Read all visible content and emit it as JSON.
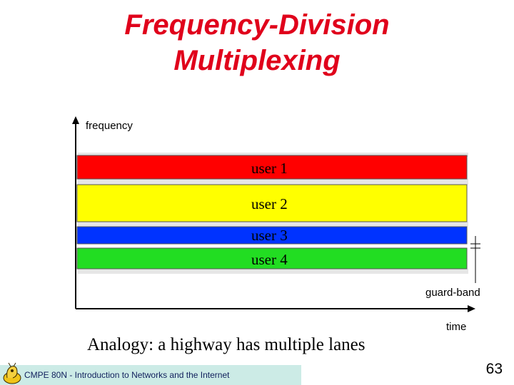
{
  "slide": {
    "title_line1": "Frequency-Division",
    "title_line2": "Multiplexing",
    "analogy": "Analogy: a highway has multiple lanes",
    "footer": "CMPE 80N - Introduction to Networks and the Internet",
    "page_number": "63"
  },
  "diagram": {
    "y_axis_label": "frequency",
    "x_axis_label": "time",
    "guard_band_label": "guard-band",
    "bands": [
      {
        "label": "user 1",
        "color": "#ff0000"
      },
      {
        "label": "user 2",
        "color": "#ffff00"
      },
      {
        "label": "user 3",
        "color": "#0033ff"
      },
      {
        "label": "user 4",
        "color": "#22dd22"
      }
    ]
  },
  "colors": {
    "title": "#e0001b",
    "guard_band": "#e6e6e6",
    "footer_bar": "#ccebe6"
  },
  "icons": {
    "logo": "ucsc-slug-logo-icon"
  }
}
